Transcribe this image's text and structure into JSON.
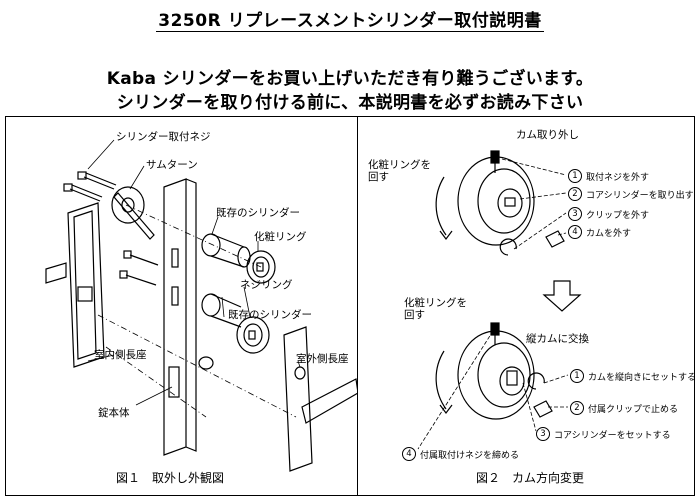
{
  "header": {
    "title": "3250R リプレースメントシリンダー取付説明書",
    "intro_line1": "Kaba シリンダーをお買い上げいただき有り難うございます。",
    "intro_line2": "シリンダーを取り付ける前に、本説明書を必ずお読み下さい"
  },
  "figure1": {
    "caption": "図１　取外し外観図",
    "labels": {
      "cylinder_screw": "シリンダー取付ネジ",
      "thumbturn": "サムターン",
      "existing_cylinder_1": "既存のシリンダー",
      "decor_ring": "化粧リング",
      "screw_ring": "ネジリング",
      "existing_cylinder_2": "既存のシリンダー",
      "inner_plate": "室内側長座",
      "outer_plate": "室外側長座",
      "lock_body": "錠本体"
    }
  },
  "figure2": {
    "caption": "図２　カム方向変更",
    "section1_title": "カム取り外し",
    "section2_title": "縦カムに交換",
    "rotate_ring_1": "化粧リングを\n回す",
    "rotate_ring_2": "化粧リングを\n回す",
    "steps_remove": [
      {
        "num": "1",
        "text": "取付ネジを外す"
      },
      {
        "num": "2",
        "text": "コアシリンダーを取り出す"
      },
      {
        "num": "3",
        "text": "クリップを外す"
      },
      {
        "num": "4",
        "text": "カムを外す"
      }
    ],
    "steps_install": [
      {
        "num": "1",
        "text": "カムを縦向きにセットする"
      },
      {
        "num": "2",
        "text": "付属クリップで止める"
      },
      {
        "num": "3",
        "text": "コアシリンダーをセットする"
      },
      {
        "num": "4",
        "text": "付属取付けネジを締める"
      }
    ]
  }
}
